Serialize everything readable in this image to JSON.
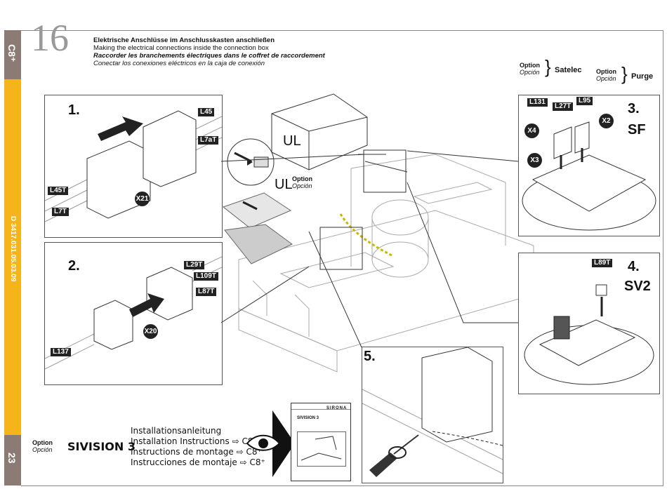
{
  "sidebar": {
    "model": "C8⁺",
    "docnum": "D 3417.031.05.03.09",
    "page": "23"
  },
  "header": {
    "step": "16",
    "line_de": "Elektrische Anschlüsse im Anschlusskasten anschließen",
    "line_en": "Making the electrical connections inside the connection box",
    "line_fr": "Raccorder les branchements électriques dans le coffret de raccordement",
    "line_es": "Conectar los conexiones eléctricos en la caja de conexión"
  },
  "options": {
    "option_label": "Option",
    "option_es": "Opción",
    "satelec": "Satelec",
    "purge": "Purge"
  },
  "step1": {
    "num": "1.",
    "labels": [
      "L45",
      "L7aT",
      "L45T",
      "L7T"
    ],
    "connector": "X21"
  },
  "step2": {
    "num": "2.",
    "labels": [
      "L29T",
      "L109T",
      "L87T",
      "L137"
    ],
    "connector": "X20"
  },
  "step3": {
    "num": "3.",
    "name": "SF",
    "labels": [
      "L131",
      "L27T",
      "L95"
    ],
    "connectors": [
      "X4",
      "X2",
      "X3"
    ]
  },
  "step4": {
    "num": "4.",
    "name": "SV2",
    "labels": [
      "L89T"
    ]
  },
  "step5": {
    "num": "5."
  },
  "ul": {
    "label": "UL",
    "label2": "UL",
    "option": "Option",
    "option_es": "Opción"
  },
  "manual": {
    "option": "Option",
    "option_es": "Opción",
    "title": "SIVISION 3",
    "lines": [
      "Installationsanleitung",
      "Installation Instructions ⇨ C8⁺",
      "Instructions de montage ⇨ C8⁺",
      "Instrucciones de montaje ⇨ C8⁺"
    ],
    "doc_title": "SIVISION 3",
    "brand": "SIRONA"
  }
}
